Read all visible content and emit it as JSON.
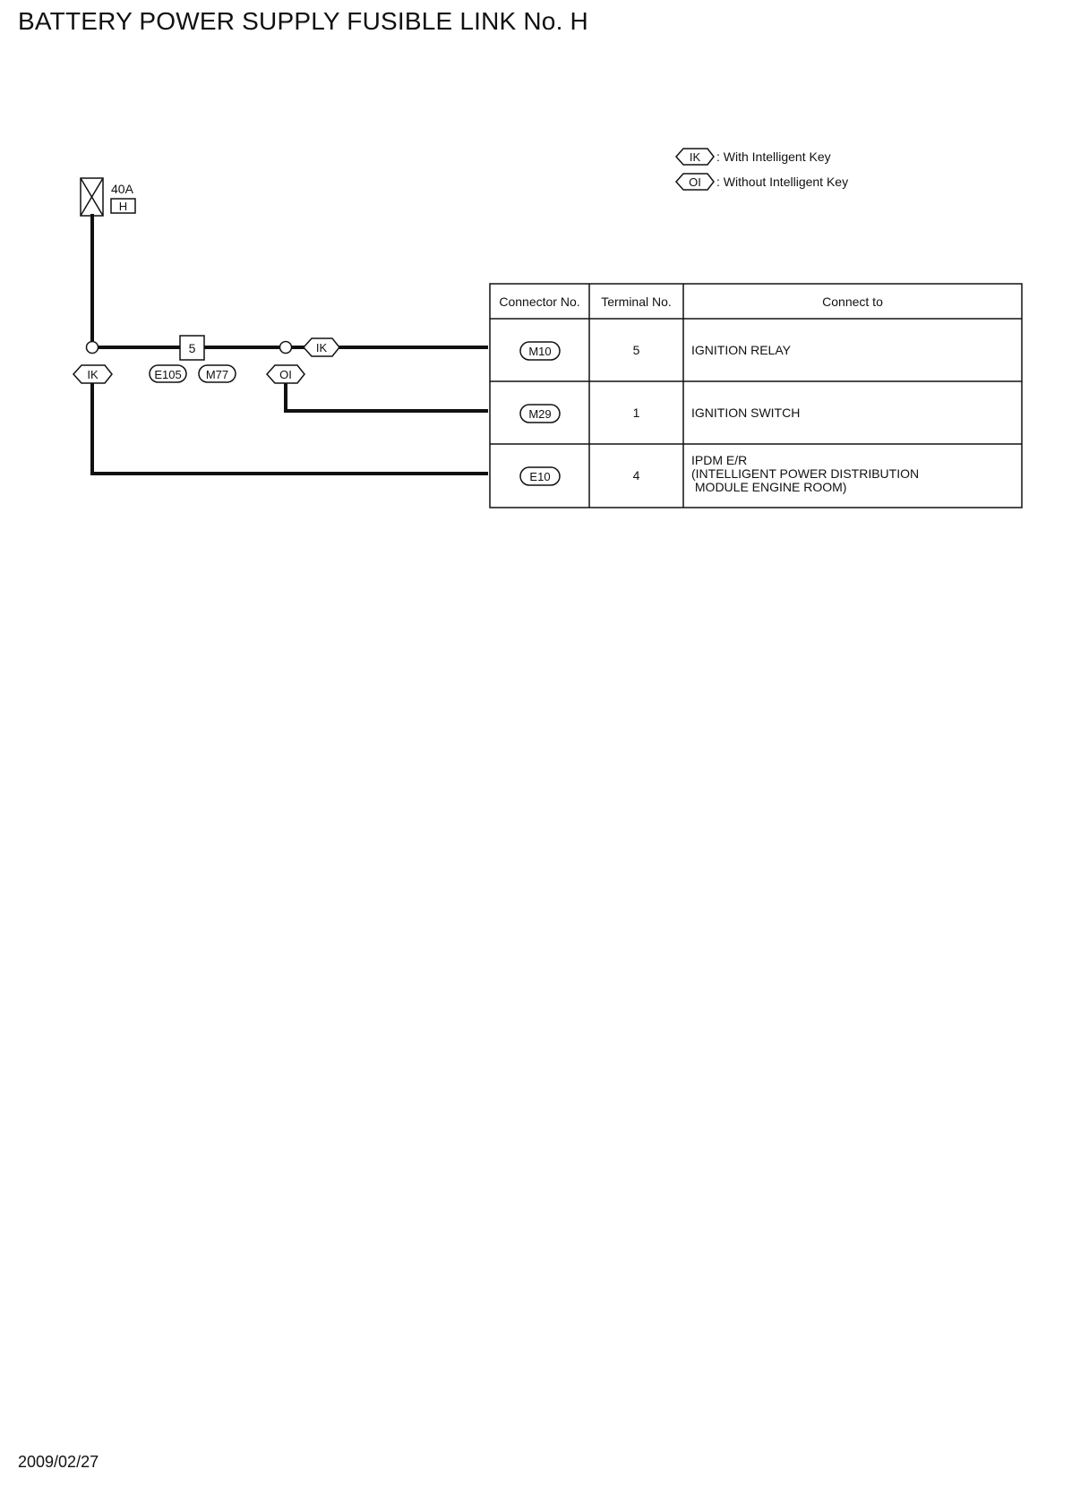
{
  "title": "BATTERY POWER SUPPLY FUSIBLE LINK No. H",
  "date": "2009/02/27",
  "legend": [
    {
      "code": "IK",
      "text": ": With Intelligent Key"
    },
    {
      "code": "OI",
      "text": ": Without Intelligent Key"
    }
  ],
  "fusible_link": {
    "rating": "40A",
    "letter": "H"
  },
  "diagram": {
    "joint_terminal": "5",
    "joint_connectors": [
      "E105",
      "M77"
    ],
    "branch_tags": {
      "left": "IK",
      "middle": "OI",
      "line": "IK"
    }
  },
  "table": {
    "headers": [
      "Connector No.",
      "Terminal No.",
      "Connect to"
    ],
    "rows": [
      {
        "connector": "M10",
        "terminal": "5",
        "connect_to": [
          "IGNITION RELAY"
        ]
      },
      {
        "connector": "M29",
        "terminal": "1",
        "connect_to": [
          "IGNITION SWITCH"
        ]
      },
      {
        "connector": "E10",
        "terminal": "4",
        "connect_to": [
          "IPDM E/R",
          "(INTELLIGENT POWER DISTRIBUTION",
          " MODULE ENGINE ROOM)"
        ]
      }
    ]
  }
}
